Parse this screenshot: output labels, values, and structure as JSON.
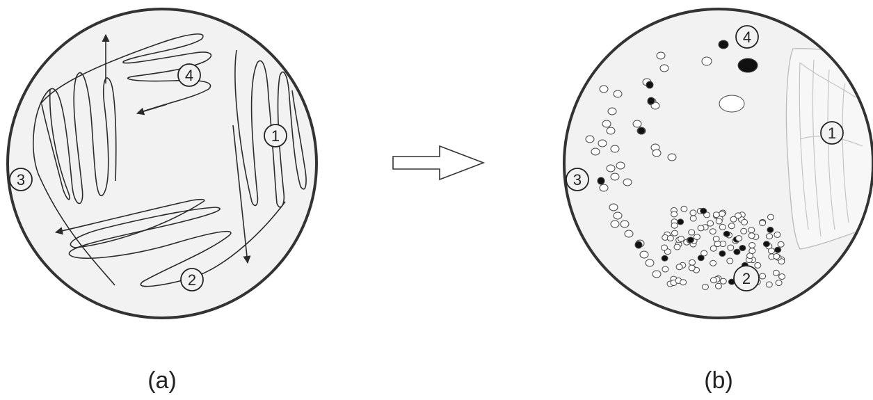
{
  "figure": {
    "panels": [
      {
        "id": "a",
        "caption": "(a)",
        "zones": [
          {
            "number": "1"
          },
          {
            "number": "2"
          },
          {
            "number": "3"
          },
          {
            "number": "4"
          }
        ]
      },
      {
        "id": "b",
        "caption": "(b)",
        "zones": [
          {
            "number": "1"
          },
          {
            "number": "2"
          },
          {
            "number": "3"
          },
          {
            "number": "4"
          }
        ]
      }
    ],
    "colors": {
      "plate_fill": "#f2f2f2",
      "plate_rim": "#333333",
      "streak": "#2b2b2b",
      "zone1_lawn": "#bdbdbd",
      "colony_filled": "#111111",
      "colony_open": "#ffffff"
    },
    "icons": {
      "between_panels": "right-arrow-icon"
    }
  }
}
